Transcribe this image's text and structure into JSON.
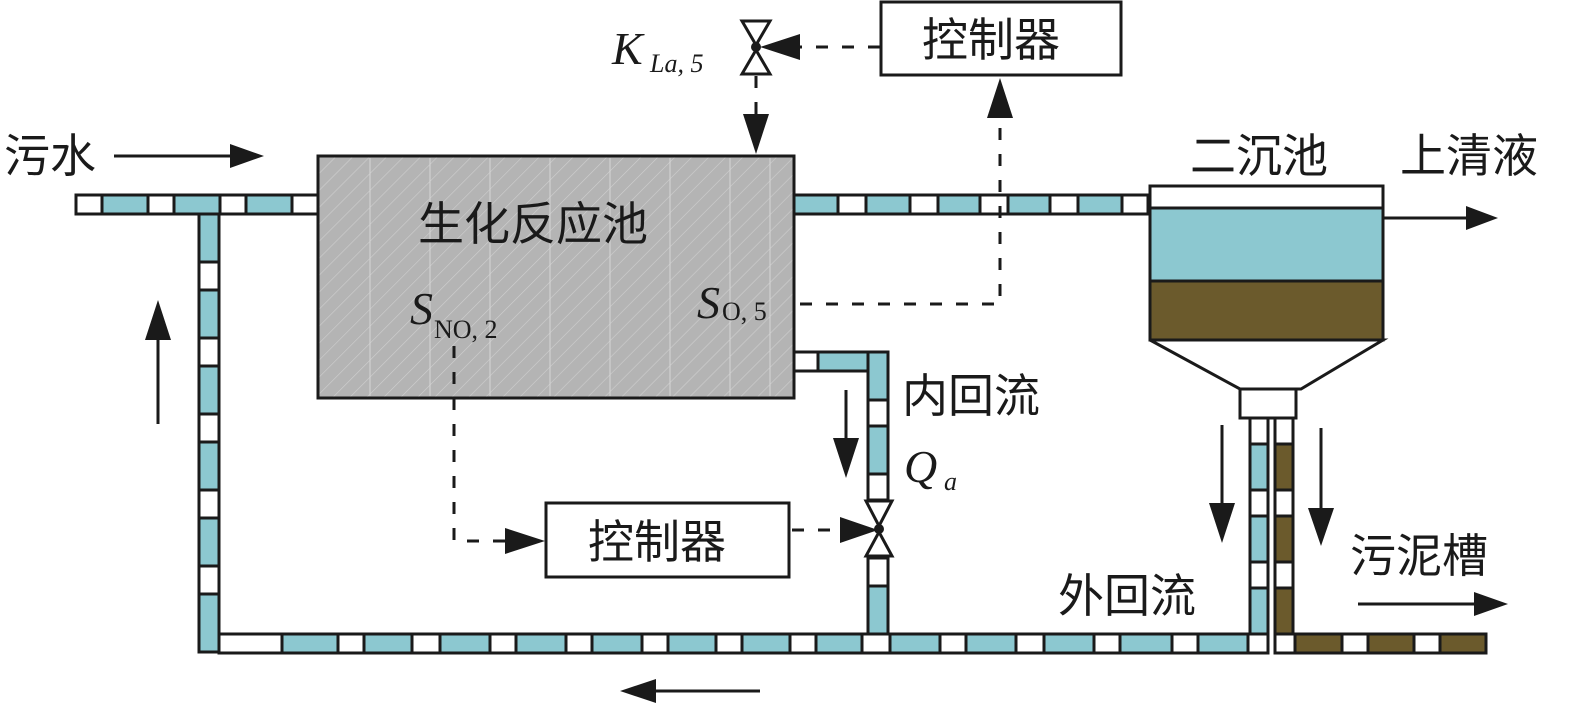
{
  "title": "Activated sludge wastewater treatment process with dual control loops",
  "colors": {
    "water": "#8cc8d0",
    "sludge": "#6b5a2c",
    "tank_fill": "#b4b4b4",
    "stroke": "#1a1a1a",
    "pipe_white": "#ffffff"
  },
  "labels": {
    "influent": "污水",
    "bioreactor": "生化反应池",
    "clarifier": "二沉池",
    "effluent": "上清液",
    "internal_recycle": "内回流",
    "external_recycle": "外回流",
    "sludge_tank": "污泥槽",
    "controller_top": "控制器",
    "controller_bottom": "控制器"
  },
  "variables": {
    "kla": {
      "main": "K",
      "sub": "La, 5"
    },
    "so": {
      "main": "S",
      "sub": "O, 5"
    },
    "sno": {
      "main": "S",
      "sub": "NO, 2"
    },
    "qa": {
      "main": "Q",
      "sub": "a"
    }
  },
  "components": [
    {
      "id": "bioreactor",
      "kind": "tank"
    },
    {
      "id": "clarifier",
      "kind": "settler",
      "layers": [
        "clear",
        "water",
        "sludge"
      ]
    },
    {
      "id": "valve_kla",
      "kind": "valve"
    },
    {
      "id": "valve_qa",
      "kind": "valve"
    },
    {
      "id": "controller_top",
      "kind": "controller"
    },
    {
      "id": "controller_bottom",
      "kind": "controller"
    }
  ],
  "signal_links": [
    {
      "from": "SO,5",
      "to": "controller_top"
    },
    {
      "from": "controller_top",
      "to": "valve_kla"
    },
    {
      "from": "valve_kla",
      "to": "bioreactor"
    },
    {
      "from": "SNO,2",
      "to": "controller_bottom"
    },
    {
      "from": "controller_bottom",
      "to": "valve_qa"
    }
  ]
}
